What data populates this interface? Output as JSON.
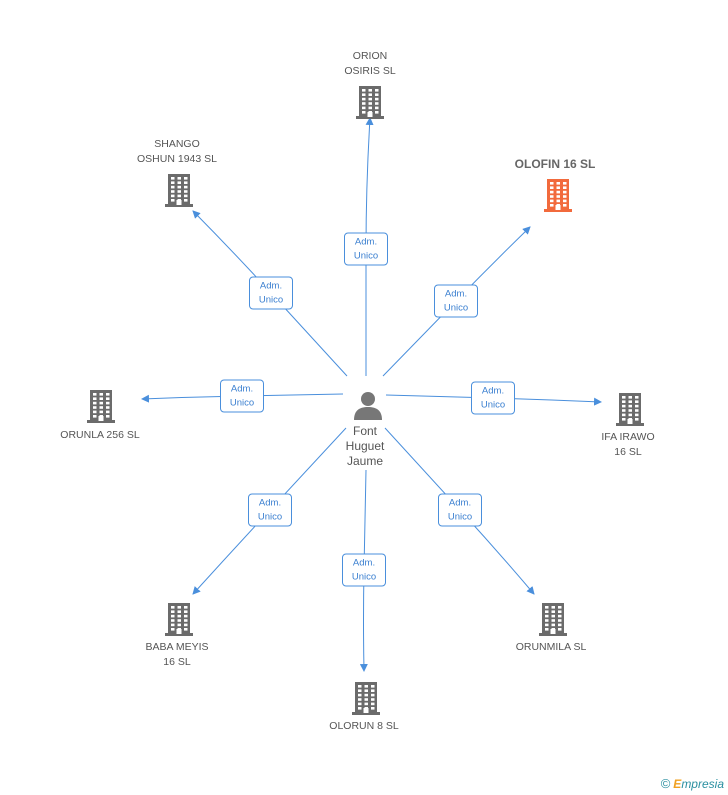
{
  "person": {
    "lines": [
      "Font",
      "Huguet",
      "Jaume"
    ]
  },
  "companies": [
    {
      "id": "orion",
      "lines": [
        "ORION",
        "OSIRIS SL"
      ],
      "highlight": false
    },
    {
      "id": "shango",
      "lines": [
        "SHANGO",
        "OSHUN 1943 SL"
      ],
      "highlight": false
    },
    {
      "id": "olofin",
      "lines": [
        "OLOFIN 16 SL"
      ],
      "highlight": true
    },
    {
      "id": "orunla",
      "lines": [
        "ORUNLA 256 SL"
      ],
      "highlight": false
    },
    {
      "id": "ifa",
      "lines": [
        "IFA IRAWO",
        "16 SL"
      ],
      "highlight": false
    },
    {
      "id": "baba",
      "lines": [
        "BABA MEYIS",
        "16 SL"
      ],
      "highlight": false
    },
    {
      "id": "orunmila",
      "lines": [
        "ORUNMILA SL"
      ],
      "highlight": false
    },
    {
      "id": "olorun",
      "lines": [
        "OLORUN 8 SL"
      ],
      "highlight": false
    }
  ],
  "relation_label": [
    "Adm.",
    "Unico"
  ],
  "colors": {
    "building": "#6b6b6b",
    "building_highlight": "#f26a3c",
    "edge": "#4a8fdc",
    "person": "#777777"
  },
  "footer": {
    "copyright": "©",
    "brand_e": "E",
    "brand_rest": "mpresia"
  }
}
